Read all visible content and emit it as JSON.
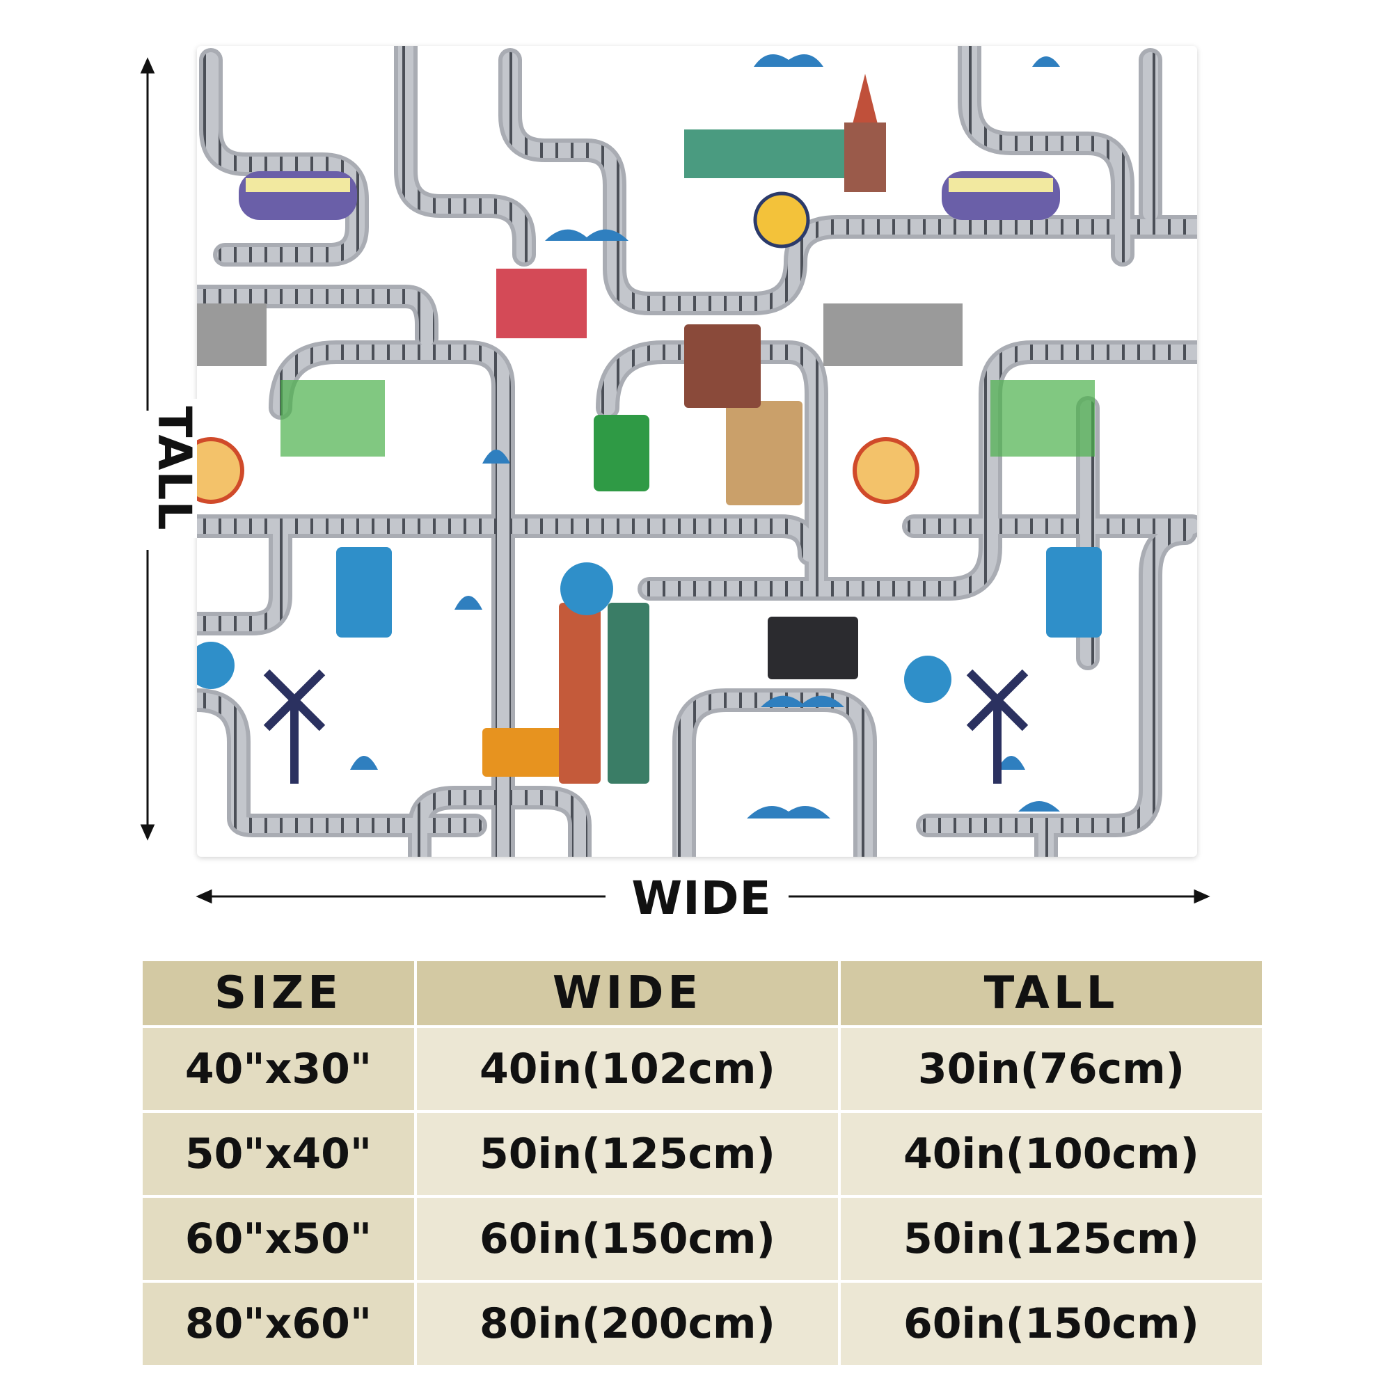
{
  "dimensions": {
    "wide_label": "WIDE",
    "tall_label": "TALL"
  },
  "table": {
    "headers": [
      "SIZE",
      "WIDE",
      "TALL"
    ],
    "rows": [
      {
        "size": "40\"x30\"",
        "wide": "40in(102cm)",
        "tall": "30in(76cm)"
      },
      {
        "size": "50\"x40\"",
        "wide": "50in(125cm)",
        "tall": "40in(100cm)"
      },
      {
        "size": "60\"x50\"",
        "wide": "60in(150cm)",
        "tall": "50in(125cm)"
      },
      {
        "size": "80\"x60\"",
        "wide": "80in(200cm)",
        "tall": "60in(150cm)"
      }
    ]
  },
  "colors": {
    "header_bg": "#d3c9a3",
    "size_cell_bg": "#e3dcc1",
    "data_cell_bg": "#ece7d4",
    "track": "#b9bcc2",
    "track_rail": "#555a63",
    "water": "#2f7fbf"
  }
}
